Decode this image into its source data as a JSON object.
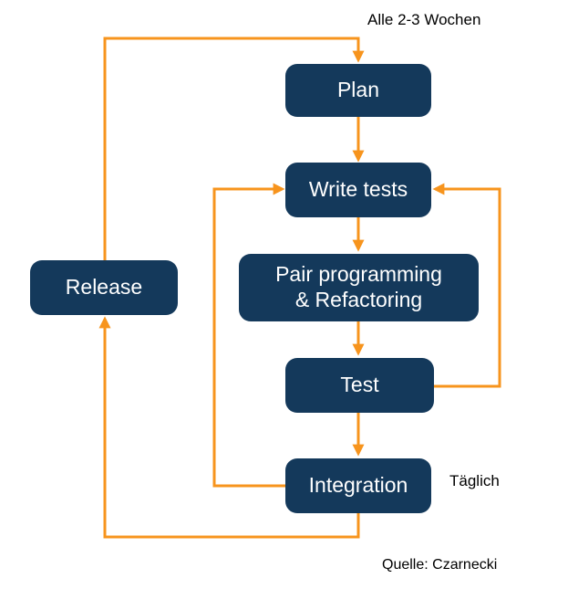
{
  "title": "Agile/XP development cycle flowchart",
  "colors": {
    "background": "#ffffff",
    "box": "#14395b",
    "box_text": "#ffffff",
    "arrow": "#f7941d",
    "label_text": "#000000"
  },
  "annotations": {
    "cycle_label": "Alle 2-3 Wochen",
    "daily_label": "Täglich",
    "source_label": "Quelle: Czarnecki"
  },
  "nodes": [
    {
      "id": "plan",
      "label": "Plan"
    },
    {
      "id": "write-tests",
      "label": "Write tests"
    },
    {
      "id": "pair-programming",
      "line1": "Pair programming",
      "line2": "& Refactoring"
    },
    {
      "id": "test",
      "label": "Test"
    },
    {
      "id": "integration",
      "label": "Integration"
    },
    {
      "id": "release",
      "label": "Release"
    }
  ],
  "edges": [
    {
      "from": "plan",
      "to": "write-tests"
    },
    {
      "from": "write-tests",
      "to": "pair-programming"
    },
    {
      "from": "pair-programming",
      "to": "test"
    },
    {
      "from": "test",
      "to": "integration"
    },
    {
      "from": "test",
      "to": "write-tests",
      "label": ""
    },
    {
      "from": "integration",
      "to": "write-tests",
      "label": "Täglich"
    },
    {
      "from": "integration",
      "to": "release"
    },
    {
      "from": "release",
      "to": "plan",
      "label": "Alle 2-3 Wochen"
    }
  ]
}
